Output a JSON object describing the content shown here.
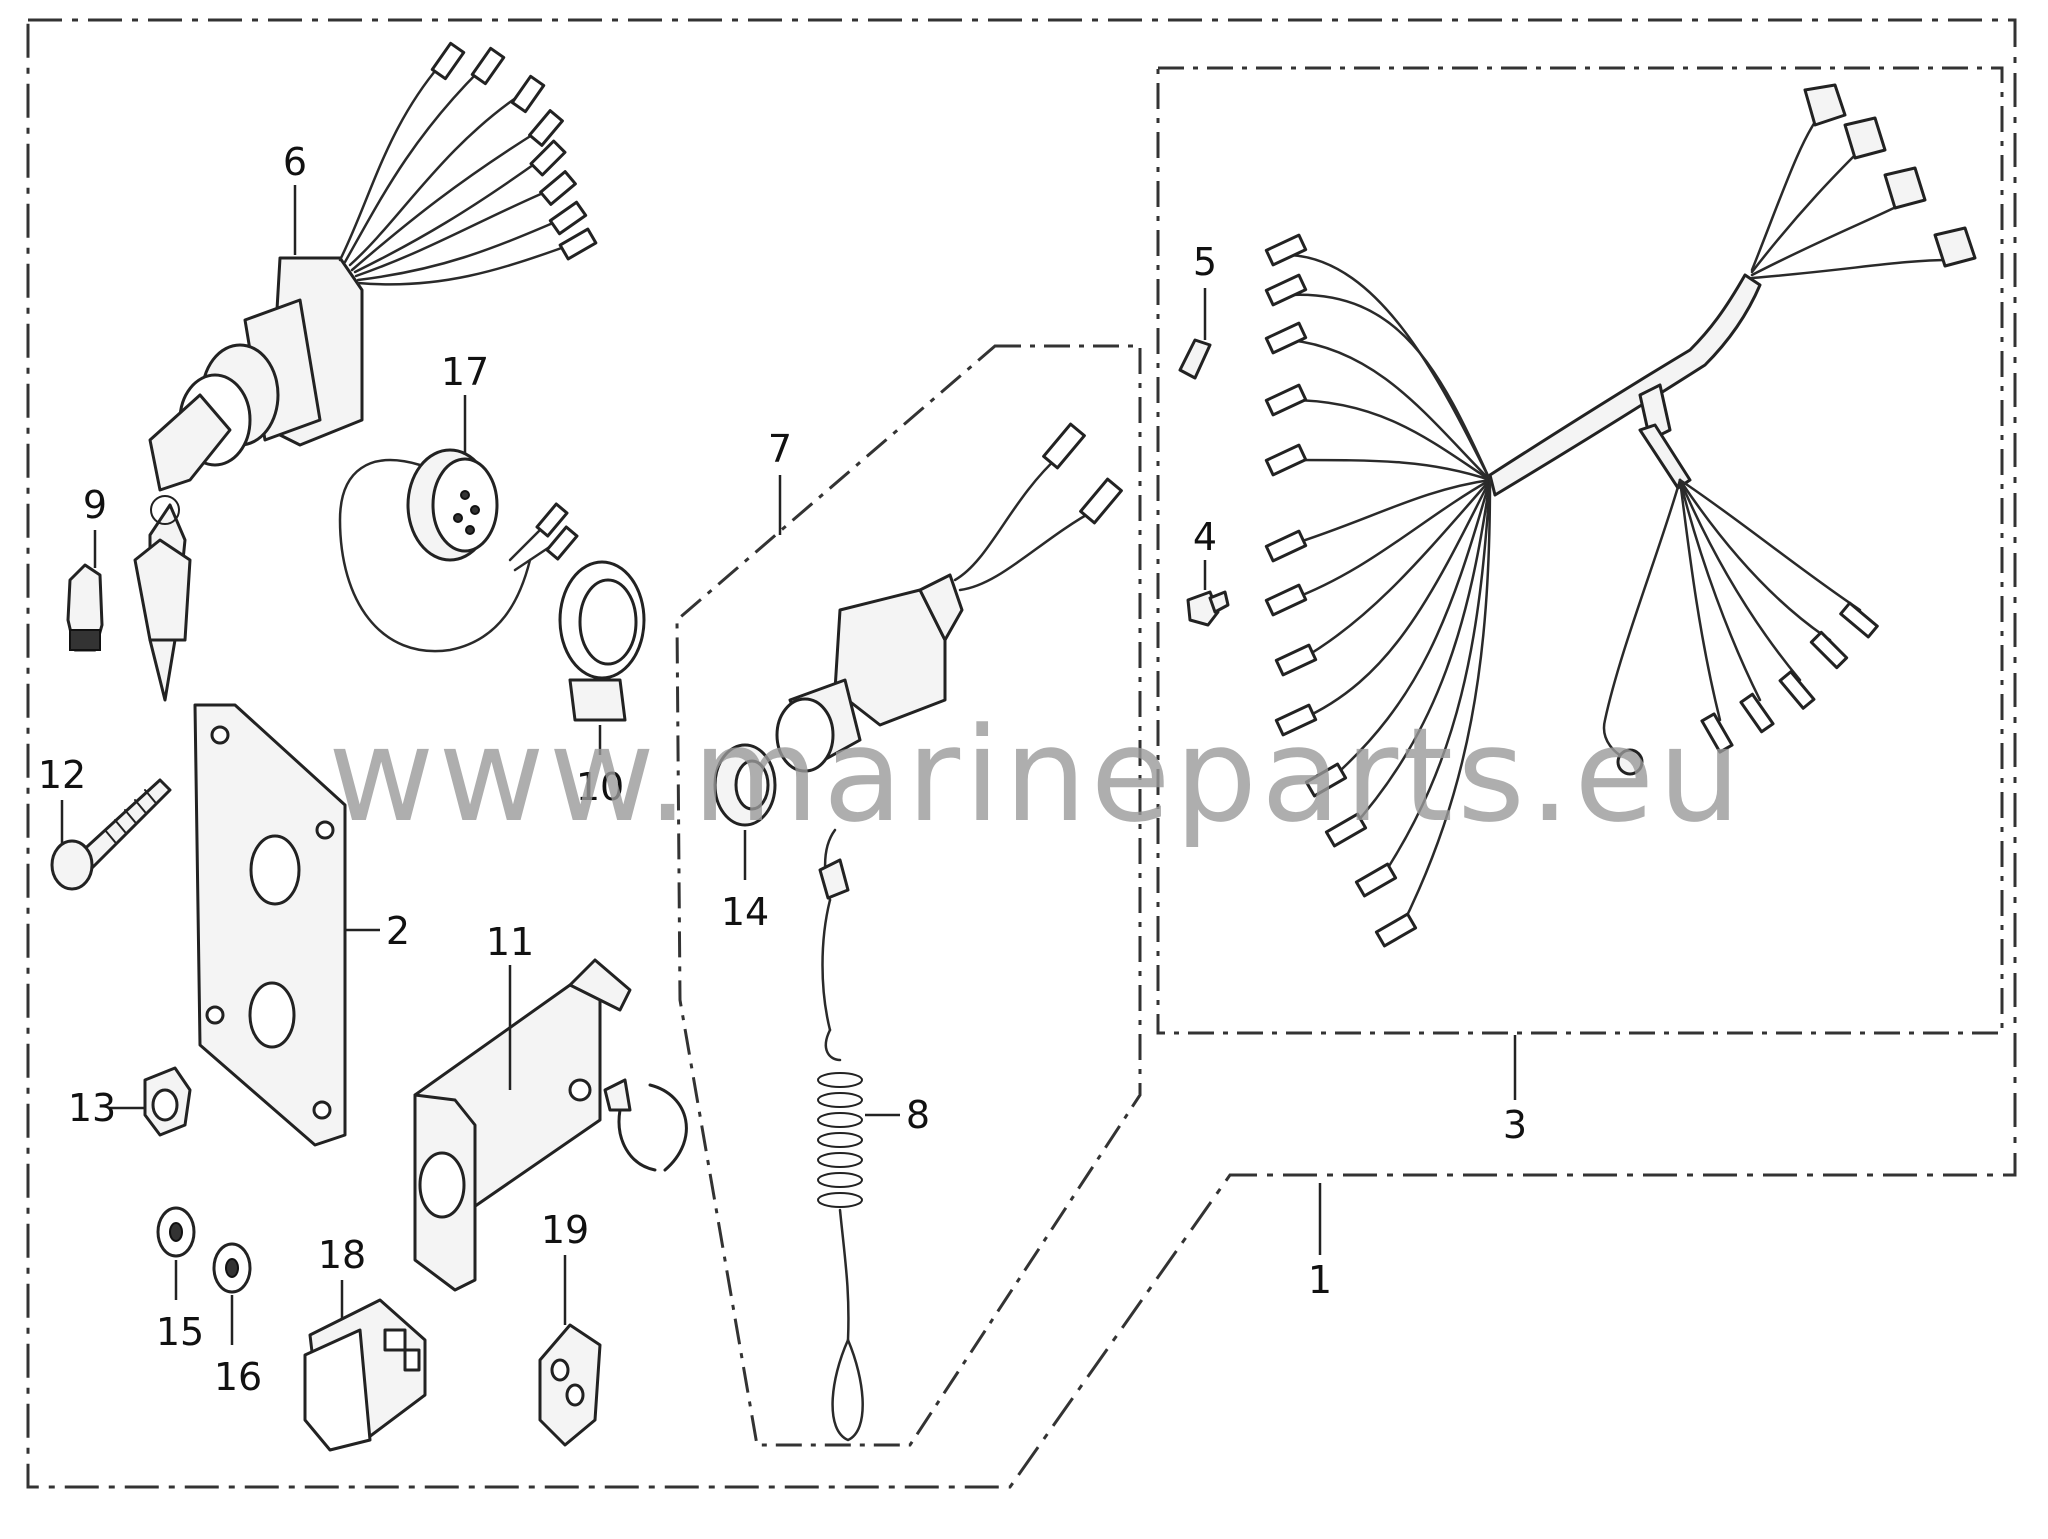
{
  "watermark": "www.marineparts.eu",
  "callouts": [
    {
      "id": "c1",
      "label": "1"
    },
    {
      "id": "c2",
      "label": "2"
    },
    {
      "id": "c3",
      "label": "3"
    },
    {
      "id": "c4",
      "label": "4"
    },
    {
      "id": "c5",
      "label": "5"
    },
    {
      "id": "c6",
      "label": "6"
    },
    {
      "id": "c7",
      "label": "7"
    },
    {
      "id": "c8",
      "label": "8"
    },
    {
      "id": "c9",
      "label": "9"
    },
    {
      "id": "c10",
      "label": "10"
    },
    {
      "id": "c11",
      "label": "11"
    },
    {
      "id": "c12",
      "label": "12"
    },
    {
      "id": "c13",
      "label": "13"
    },
    {
      "id": "c14",
      "label": "14"
    },
    {
      "id": "c15",
      "label": "15"
    },
    {
      "id": "c16",
      "label": "16"
    },
    {
      "id": "c17",
      "label": "17"
    },
    {
      "id": "c18",
      "label": "18"
    },
    {
      "id": "c19",
      "label": "19"
    }
  ]
}
